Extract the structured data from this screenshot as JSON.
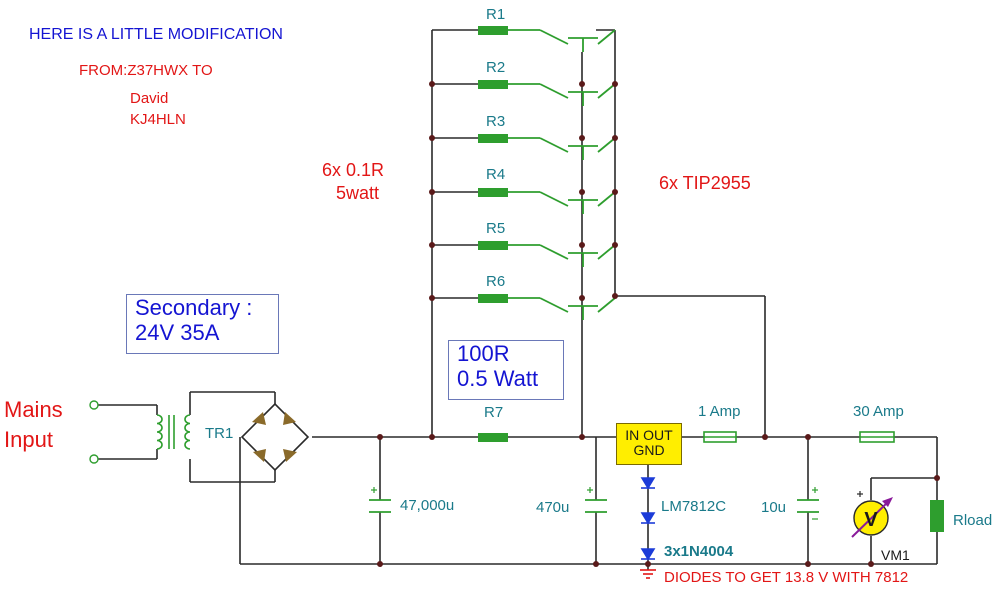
{
  "title_note": "HERE IS A LITTLE MODIFICATION",
  "credit": {
    "from": "FROM:Z37HWX TO",
    "name": "David",
    "callsign": "KJ4HLN"
  },
  "resistor_note": {
    "line1": "6x 0.1R",
    "line2": "5watt"
  },
  "transistor_note": "6x TIP2955",
  "secondary_box": {
    "line1": "Secondary :",
    "line2": "24V  35A"
  },
  "r7_box": {
    "line1": "100R",
    "line2": "0.5 Watt"
  },
  "mains_label": {
    "line1": "Mains",
    "line2": "Input"
  },
  "components": {
    "resistors": [
      "R1",
      "R2",
      "R3",
      "R4",
      "R5",
      "R6"
    ],
    "r7": "R7",
    "transformer": "TR1",
    "cap_main": "47,000u",
    "cap_470": "470u",
    "cap_10": "10u",
    "regulator_line1": "IN  OUT",
    "regulator_line2": "GND",
    "regulator_name": "LM7812C",
    "fuse_small": "1 Amp",
    "fuse_large": "30 Amp",
    "load": "Rload",
    "meter": "VM1",
    "meter_symbol": "V"
  },
  "diodes_label": "3x1N4004",
  "diodes_note": "DIODES TO GET 13.8 V WITH 7812",
  "colors": {
    "wire": "#2a2a2a",
    "component": "#2e9e2e",
    "text_blue": "#1414d2",
    "text_red": "#e21616",
    "label_teal": "#1a7a8a",
    "regulator_fill": "#ffee00",
    "diode_blue": "#1c3cd8",
    "meter_fill": "#ffee00",
    "meter_needle": "#8a1a9a",
    "bridge_diode": "#8a6a2a",
    "ground": "#e21616"
  }
}
